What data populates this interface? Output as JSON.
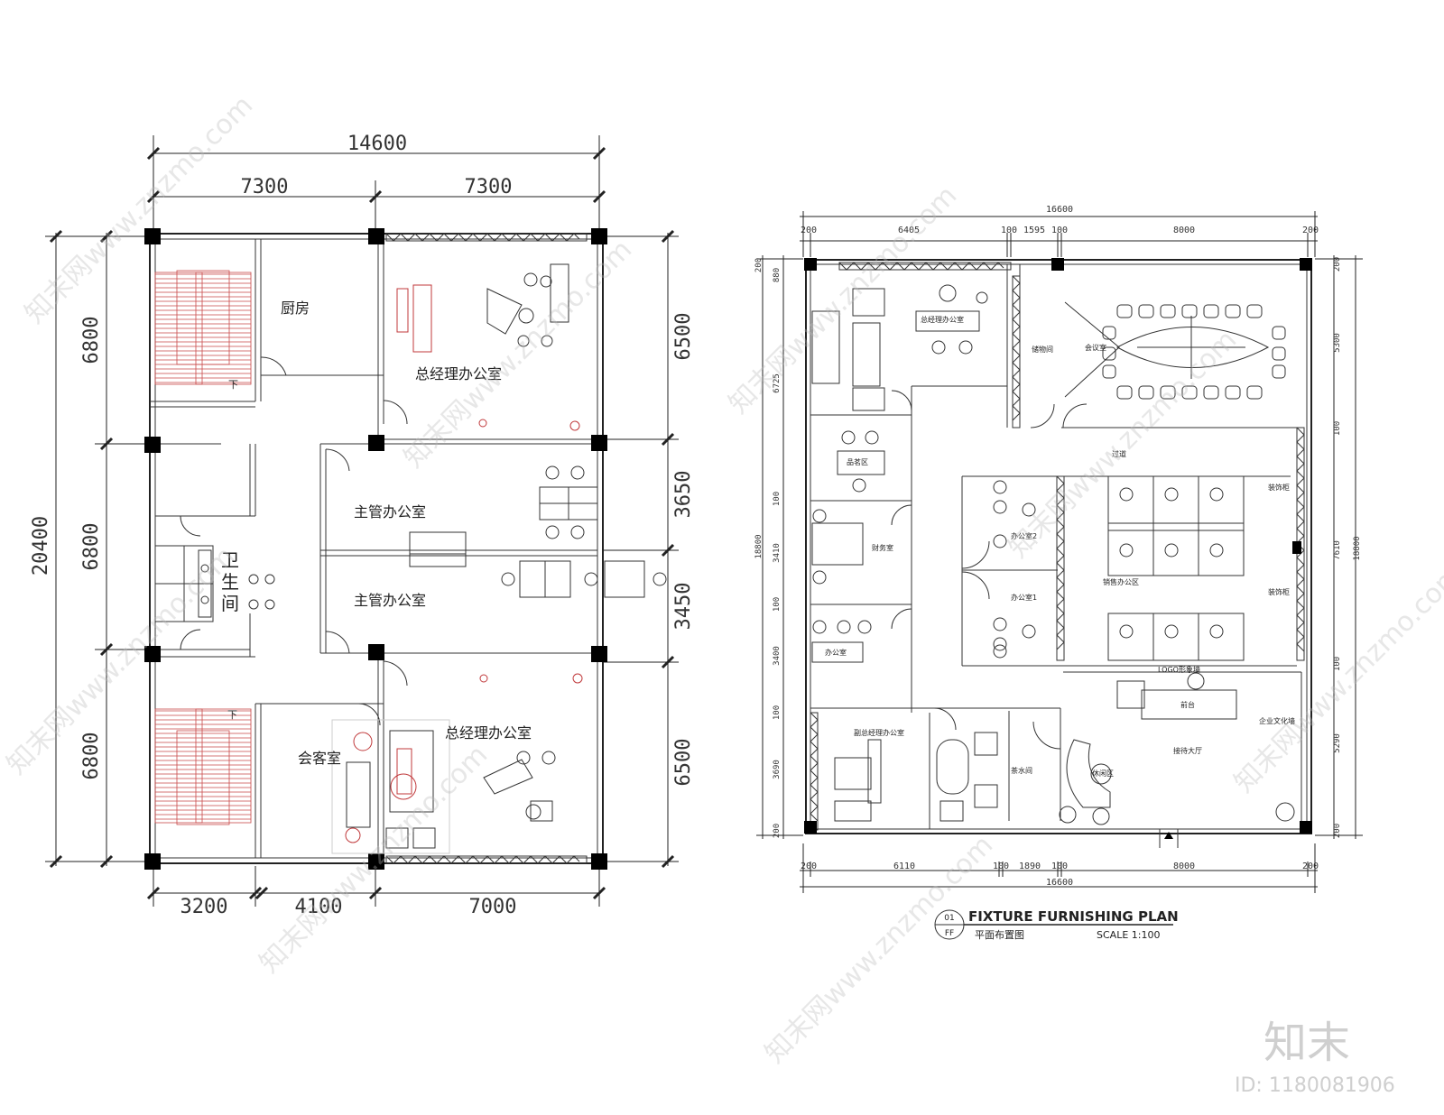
{
  "left_plan": {
    "dims": {
      "top_total": "14600",
      "top_left": "7300",
      "top_right": "7300",
      "bottom_1": "3200",
      "bottom_2": "4100",
      "bottom_3": "7000",
      "left_total": "20400",
      "left_1": "6800",
      "left_2": "6800",
      "left_3": "6800",
      "right_1": "6500",
      "right_2": "3650",
      "right_3": "3450",
      "right_4": "6500"
    },
    "rooms": {
      "kitchen": "厨房",
      "gm_office_top": "总经理办公室",
      "supervisor_1": "主管办公室",
      "supervisor_2": "主管办公室",
      "toilet": "卫\n生\n间",
      "reception": "会客室",
      "gm_office_bottom": "总经理办公室",
      "down_mark_1": "下",
      "down_mark_2": "下"
    }
  },
  "right_plan": {
    "dims": {
      "top_total": "16600",
      "top_a": "200",
      "top_b": "6405",
      "top_c": "100",
      "top_d": "1595",
      "top_e": "100",
      "top_f": "8000",
      "top_g": "200",
      "bottom_total": "16600",
      "bottom_a": "200",
      "bottom_b": "6110",
      "bottom_c": "100",
      "bottom_d": "1890",
      "bottom_e": "100",
      "bottom_f": "8000",
      "bottom_g": "200",
      "left_total": "18800",
      "left_a": "200",
      "left_b": "880",
      "left_c": "6725",
      "left_d": "100",
      "left_e": "3410",
      "left_f": "100",
      "left_g": "3400",
      "left_h": "100",
      "left_i": "3690",
      "left_j": "200",
      "right_total": "18800",
      "right_a": "200",
      "right_b": "5300",
      "right_c": "100",
      "right_d": "7610",
      "right_e": "100",
      "right_f": "5290",
      "right_g": "200"
    },
    "rooms": {
      "gm_office": "总经理办公室",
      "storage": "储物间",
      "meeting": "会议室",
      "tea_area": "品茗区",
      "corridor": "过道",
      "decor_cabinet_1": "装饰柜",
      "decor_cabinet_2": "装饰柜",
      "office_2": "办公室2",
      "finance": "财务室",
      "office_1": "办公室1",
      "sales_office": "销售办公区",
      "office": "办公室",
      "logo_wall": "LOGO形象墙",
      "front_desk": "前台",
      "culture_wall": "企业文化墙",
      "vice_gm_office": "副总经理办公室",
      "tea_room": "茶水间",
      "reception_hall": "接待大厅",
      "rest_area": "休闲区"
    },
    "title": "FIXTURE FURNISHING PLAN",
    "subtitle": "平面布置图",
    "scale": "SCALE 1:100",
    "tag_top": "01",
    "tag_bottom": "FF"
  },
  "watermark": {
    "brand": "知末",
    "id": "ID: 1180081906",
    "repeat_text": "知末网www.znzmo.com"
  }
}
